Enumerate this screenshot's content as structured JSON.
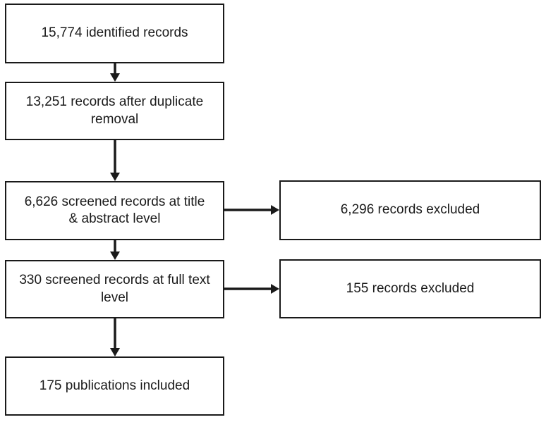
{
  "flowchart": {
    "type": "flow",
    "direction": "top-down",
    "colors": {
      "box_border": "#1a1a1a",
      "box_fill": "#ffffff",
      "text": "#1a1a1a",
      "arrow": "#1a1a1a",
      "background": "#ffffff"
    },
    "nodes": [
      {
        "id": "identified",
        "label": "15,774 identified records"
      },
      {
        "id": "after_duplicate_removal",
        "label": "13,251 records after duplicate\nremoval"
      },
      {
        "id": "screened_title_abstract",
        "label": "6,626 screened records at title\n& abstract level"
      },
      {
        "id": "excluded_title_abstract",
        "label": "6,296 records excluded"
      },
      {
        "id": "screened_full_text",
        "label": "330 screened records at full text\nlevel"
      },
      {
        "id": "excluded_full_text",
        "label": "155 records excluded"
      },
      {
        "id": "publications_included",
        "label": "175 publications included"
      }
    ],
    "edges": [
      {
        "from": "identified",
        "to": "after_duplicate_removal"
      },
      {
        "from": "after_duplicate_removal",
        "to": "screened_title_abstract"
      },
      {
        "from": "screened_title_abstract",
        "to": "excluded_title_abstract"
      },
      {
        "from": "screened_title_abstract",
        "to": "screened_full_text"
      },
      {
        "from": "screened_full_text",
        "to": "excluded_full_text"
      },
      {
        "from": "screened_full_text",
        "to": "publications_included"
      }
    ]
  }
}
